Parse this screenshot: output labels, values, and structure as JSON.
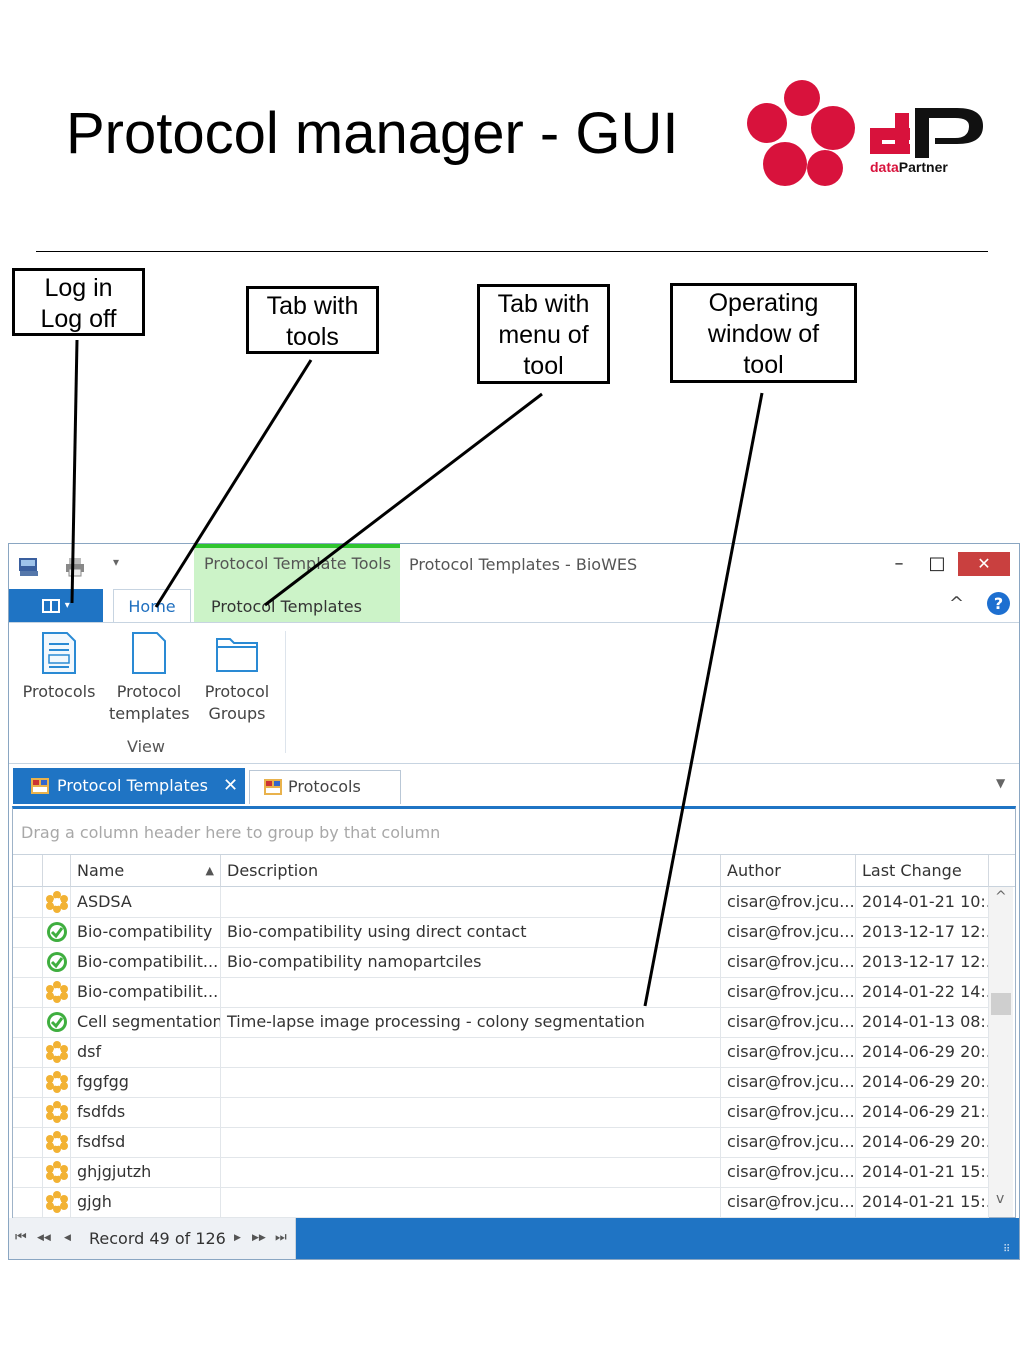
{
  "slide": {
    "title": "Protocol manager - GUI",
    "logo_text": "dataPartner"
  },
  "callouts": {
    "login": [
      "Log in",
      "Log off"
    ],
    "tab_tools": [
      "Tab with",
      "tools"
    ],
    "tab_menu": [
      "Tab with",
      "menu of",
      "tool"
    ],
    "operating": [
      "Operating",
      "window of",
      "tool"
    ]
  },
  "window": {
    "context_tools_title": "Protocol Template Tools",
    "title": "Protocol Templates - BioWES",
    "qat_customize": "▾",
    "min_symbol": "–",
    "max_symbol": "□",
    "close_symbol": "✕"
  },
  "ribbon_tabs": {
    "home": "Home",
    "context": "Protocol Templates",
    "collapse": "^",
    "help": "?"
  },
  "ribbon": {
    "buttons": [
      {
        "label1": "Protocols",
        "label2": ""
      },
      {
        "label1": "Protocol",
        "label2": "templates"
      },
      {
        "label1": "Protocol",
        "label2": "Groups"
      }
    ],
    "group_label": "View"
  },
  "doc_tabs": {
    "active": "Protocol Templates",
    "active_close": "✕",
    "other": "Protocols",
    "menu": "▼"
  },
  "grid": {
    "group_hint": "Drag a column header here to group by that column",
    "columns": [
      "Name",
      "Description",
      "Author",
      "Last Change"
    ],
    "sort_indicator": "▲",
    "rows": [
      {
        "status": "draft",
        "name": "ASDSA",
        "description": "",
        "author": "cisar@frov.jcu....",
        "last_change": "2014-01-21 10:..."
      },
      {
        "status": "ok",
        "name": "Bio-compatibility",
        "description": "Bio-compatibility using direct contact",
        "author": "cisar@frov.jcu....",
        "last_change": "2013-12-17 12:..."
      },
      {
        "status": "ok",
        "name": "Bio-compatibilit...",
        "description": "Bio-compatibility namopartciles",
        "author": "cisar@frov.jcu....",
        "last_change": "2013-12-17 12:..."
      },
      {
        "status": "draft",
        "name": "Bio-compatibilit...",
        "description": "",
        "author": "cisar@frov.jcu....",
        "last_change": "2014-01-22 14:..."
      },
      {
        "status": "ok",
        "name": "Cell segmentation",
        "description": "Time-lapse image processing - colony segmentation",
        "author": "cisar@frov.jcu....",
        "last_change": "2014-01-13 08:..."
      },
      {
        "status": "draft",
        "name": "dsf",
        "description": "",
        "author": "cisar@frov.jcu....",
        "last_change": "2014-06-29 20:..."
      },
      {
        "status": "draft",
        "name": "fggfgg",
        "description": "",
        "author": "cisar@frov.jcu....",
        "last_change": "2014-06-29 20:..."
      },
      {
        "status": "draft",
        "name": "fsdfds",
        "description": "",
        "author": "cisar@frov.jcu....",
        "last_change": "2014-06-29 21:..."
      },
      {
        "status": "draft",
        "name": "fsdfsd",
        "description": "",
        "author": "cisar@frov.jcu....",
        "last_change": "2014-06-29 20:..."
      },
      {
        "status": "draft",
        "name": "ghjgjutzh",
        "description": "",
        "author": "cisar@frov.jcu....",
        "last_change": "2014-01-21 15:..."
      },
      {
        "status": "draft",
        "name": "gjgh",
        "description": "",
        "author": "cisar@frov.jcu....",
        "last_change": "2014-01-21 15:..."
      }
    ],
    "scroll_up": "^",
    "scroll_down": "v"
  },
  "status": {
    "first": "⏮",
    "prev_page": "◀◀",
    "prev": "◀",
    "record": "Record 49 of 126",
    "next": "▶",
    "next_page": "▶▶",
    "last": "⏭",
    "grip": "⠿"
  },
  "colors": {
    "accent": "#1f74c4",
    "context_band": "#ccf3c8",
    "context_band_top": "#2fc52f",
    "close_button": "#c9403f",
    "logo_red": "#d8123c"
  }
}
